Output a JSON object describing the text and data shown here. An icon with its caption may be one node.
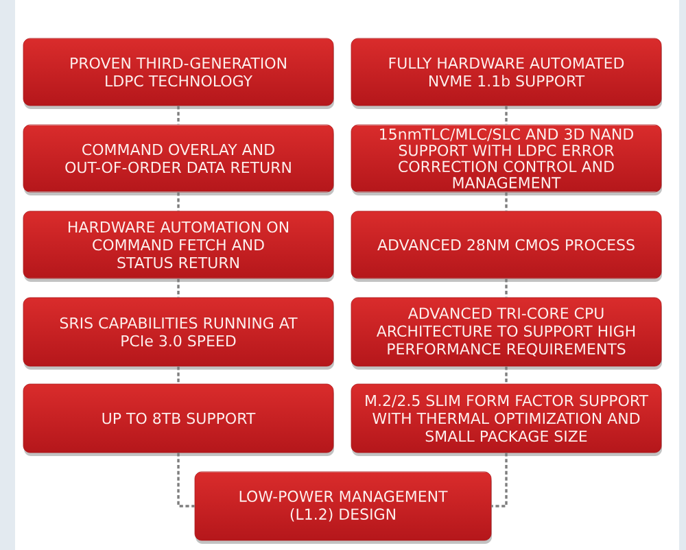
{
  "diagram": {
    "nodes": [
      {
        "text": [
          "PROVEN THIRD-GENERATION LDPC TECHNOLOGY"
        ]
      },
      {
        "text": [
          "FULLY HARDWARE AUTOMATED NVME 1.1b SUPPORT"
        ]
      },
      {
        "text": [
          "COMMAND OVERLAY AND OUT-OF-ORDER DATA RETURN"
        ]
      },
      {
        "text": [
          "15nmTLC/MLC/SLC AND 3D NAND SUPPORT WITH LDPC ERROR CORRECTION CONTROL AND MANAGEMENT"
        ]
      },
      {
        "text": [
          "HARDWARE AUTOMATION ON COMMAND FETCH AND STATUS RETURN"
        ]
      },
      {
        "text": [
          "ADVANCED 28NM CMOS PROCESS"
        ]
      },
      {
        "text": [
          "SRIS CAPABILITIES RUNNING AT PCIe 3.0 SPEED"
        ]
      },
      {
        "text": [
          "ADVANCED TRI-CORE CPU ARCHITECTURE TO SUPPORT HIGH PERFORMANCE REQUIREMENTS"
        ]
      },
      {
        "text": [
          "UP TO 8TB SUPPORT"
        ]
      },
      {
        "text": [
          "M.2/2.5 SLIM FORM FACTOR SUPPORT WITH THERMAL OPTIMIZATION AND SMALL PACKAGE SIZE"
        ]
      },
      {
        "text": [
          "LOW-POWER MANAGEMENT (L1.2) DESIGN"
        ]
      }
    ],
    "edges": [
      {
        "from": 0,
        "to": 2,
        "arrow": "none",
        "style": "dashed"
      },
      {
        "from": 2,
        "to": 4,
        "arrow": "none",
        "style": "dashed"
      },
      {
        "from": 4,
        "to": 6,
        "arrow": "none",
        "style": "dashed"
      },
      {
        "from": 6,
        "to": 8,
        "arrow": "none",
        "style": "dashed"
      },
      {
        "from": 8,
        "to": 10,
        "arrow": "none",
        "style": "dashed"
      },
      {
        "from": 1,
        "to": 3,
        "arrow": "none",
        "style": "dashed"
      },
      {
        "from": 3,
        "to": 5,
        "arrow": "none",
        "style": "dashed"
      },
      {
        "from": 5,
        "to": 7,
        "arrow": "none",
        "style": "dashed"
      },
      {
        "from": 7,
        "to": 9,
        "arrow": "none",
        "style": "dashed"
      },
      {
        "from": 9,
        "to": 10,
        "arrow": "none",
        "style": "dashed"
      }
    ]
  }
}
